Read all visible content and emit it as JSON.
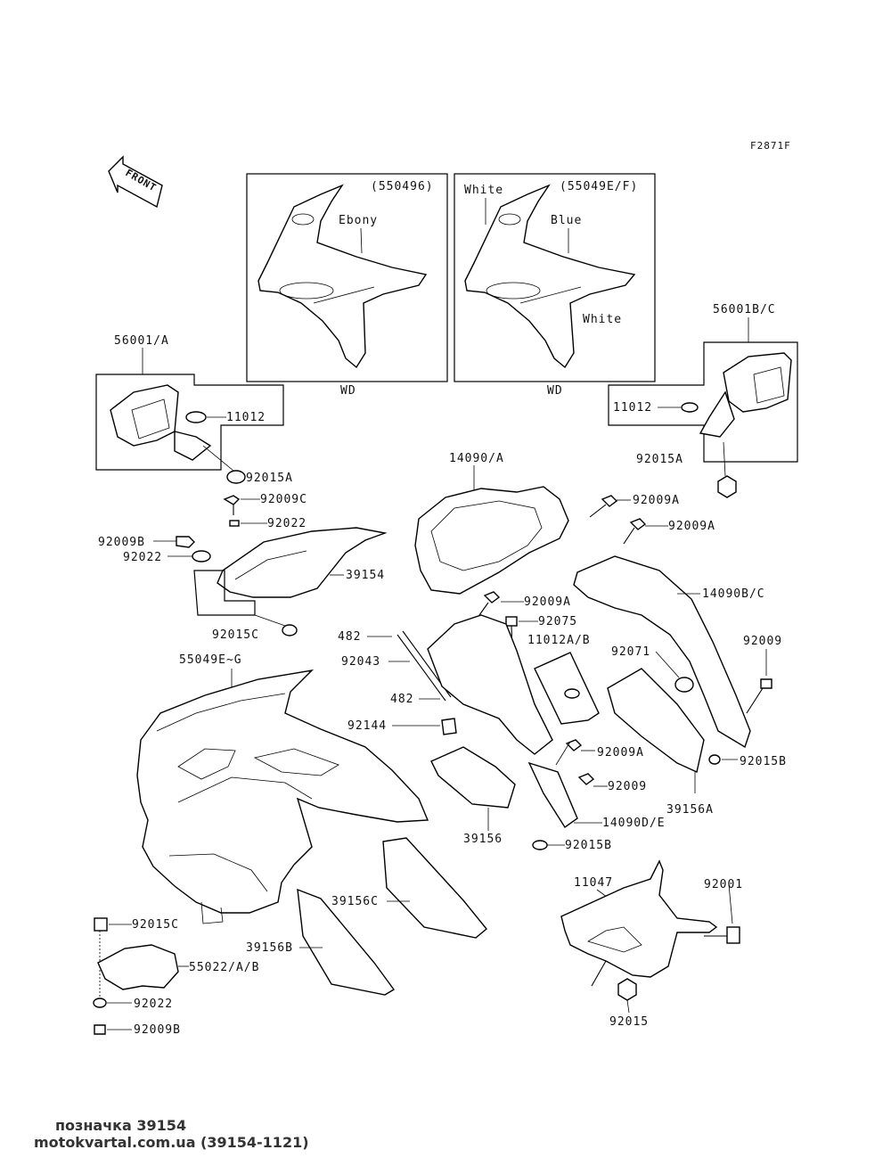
{
  "figure_code": "F2871F",
  "front_arrow_label": "FRONT",
  "insets": [
    {
      "code": "(550496)",
      "colors": [
        "Ebony"
      ],
      "caption": "WD"
    },
    {
      "code": "(55049E/F)",
      "colors": [
        "White",
        "Blue",
        "White"
      ],
      "caption": "WD"
    }
  ],
  "mirror_left": {
    "part": "56001/A",
    "washer": "11012",
    "nut": "92015A"
  },
  "mirror_right": {
    "part": "56001B/C",
    "washer": "11012",
    "nut": "92015A"
  },
  "parts": {
    "p92009C": "92009C",
    "p92022a": "92022",
    "p92009B": "92009B",
    "p92022b": "92022",
    "p39154": "39154",
    "p92015Ca": "92015C",
    "p14090A": "14090/A",
    "p92009A1": "92009A",
    "p92009A2": "92009A",
    "p92009A3": "92009A",
    "p14090BC": "14090B/C",
    "p482a": "482",
    "p92043": "92043",
    "p482b": "482",
    "p92075": "92075",
    "p11012AB": "11012A/B",
    "p92071": "92071",
    "p92009": "92009",
    "p92144": "92144",
    "p92009A4": "92009A",
    "p92015B1": "92015B",
    "p550": "55049E~G",
    "p92009b2": "92009",
    "p39156A": "39156A",
    "p39156": "39156",
    "p14090DE": "14090D/E",
    "p92015B2": "92015B",
    "p39156C": "39156C",
    "p39156B": "39156B",
    "p11047": "11047",
    "p92001": "92001",
    "p92015Cb": "92015C",
    "p55022": "55022/A/B",
    "p92022c": "92022",
    "p92009Bb": "92009B",
    "p92015": "92015"
  },
  "footer": {
    "line1": "позначка 39154",
    "line2": "motokvartal.com.ua (39154-1121)"
  }
}
